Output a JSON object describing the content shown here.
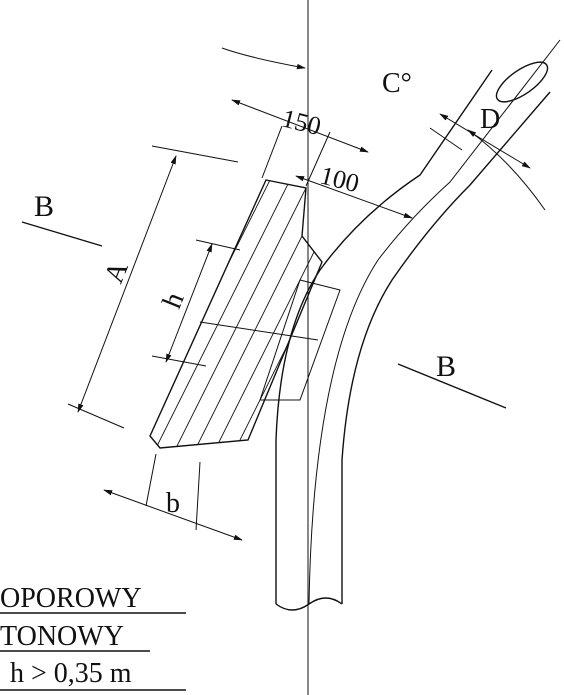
{
  "labels": {
    "dim_150": "150",
    "dim_100": "100",
    "dim_A": "A",
    "dim_h": "h",
    "dim_b": "b",
    "angle_C": "C°",
    "dim_D": "D",
    "section_B_left": "B",
    "section_B_right": "B"
  },
  "caption": {
    "line1": "OPOROWY",
    "line2": "TONOWY",
    "line3": "h > 0,35 m"
  }
}
